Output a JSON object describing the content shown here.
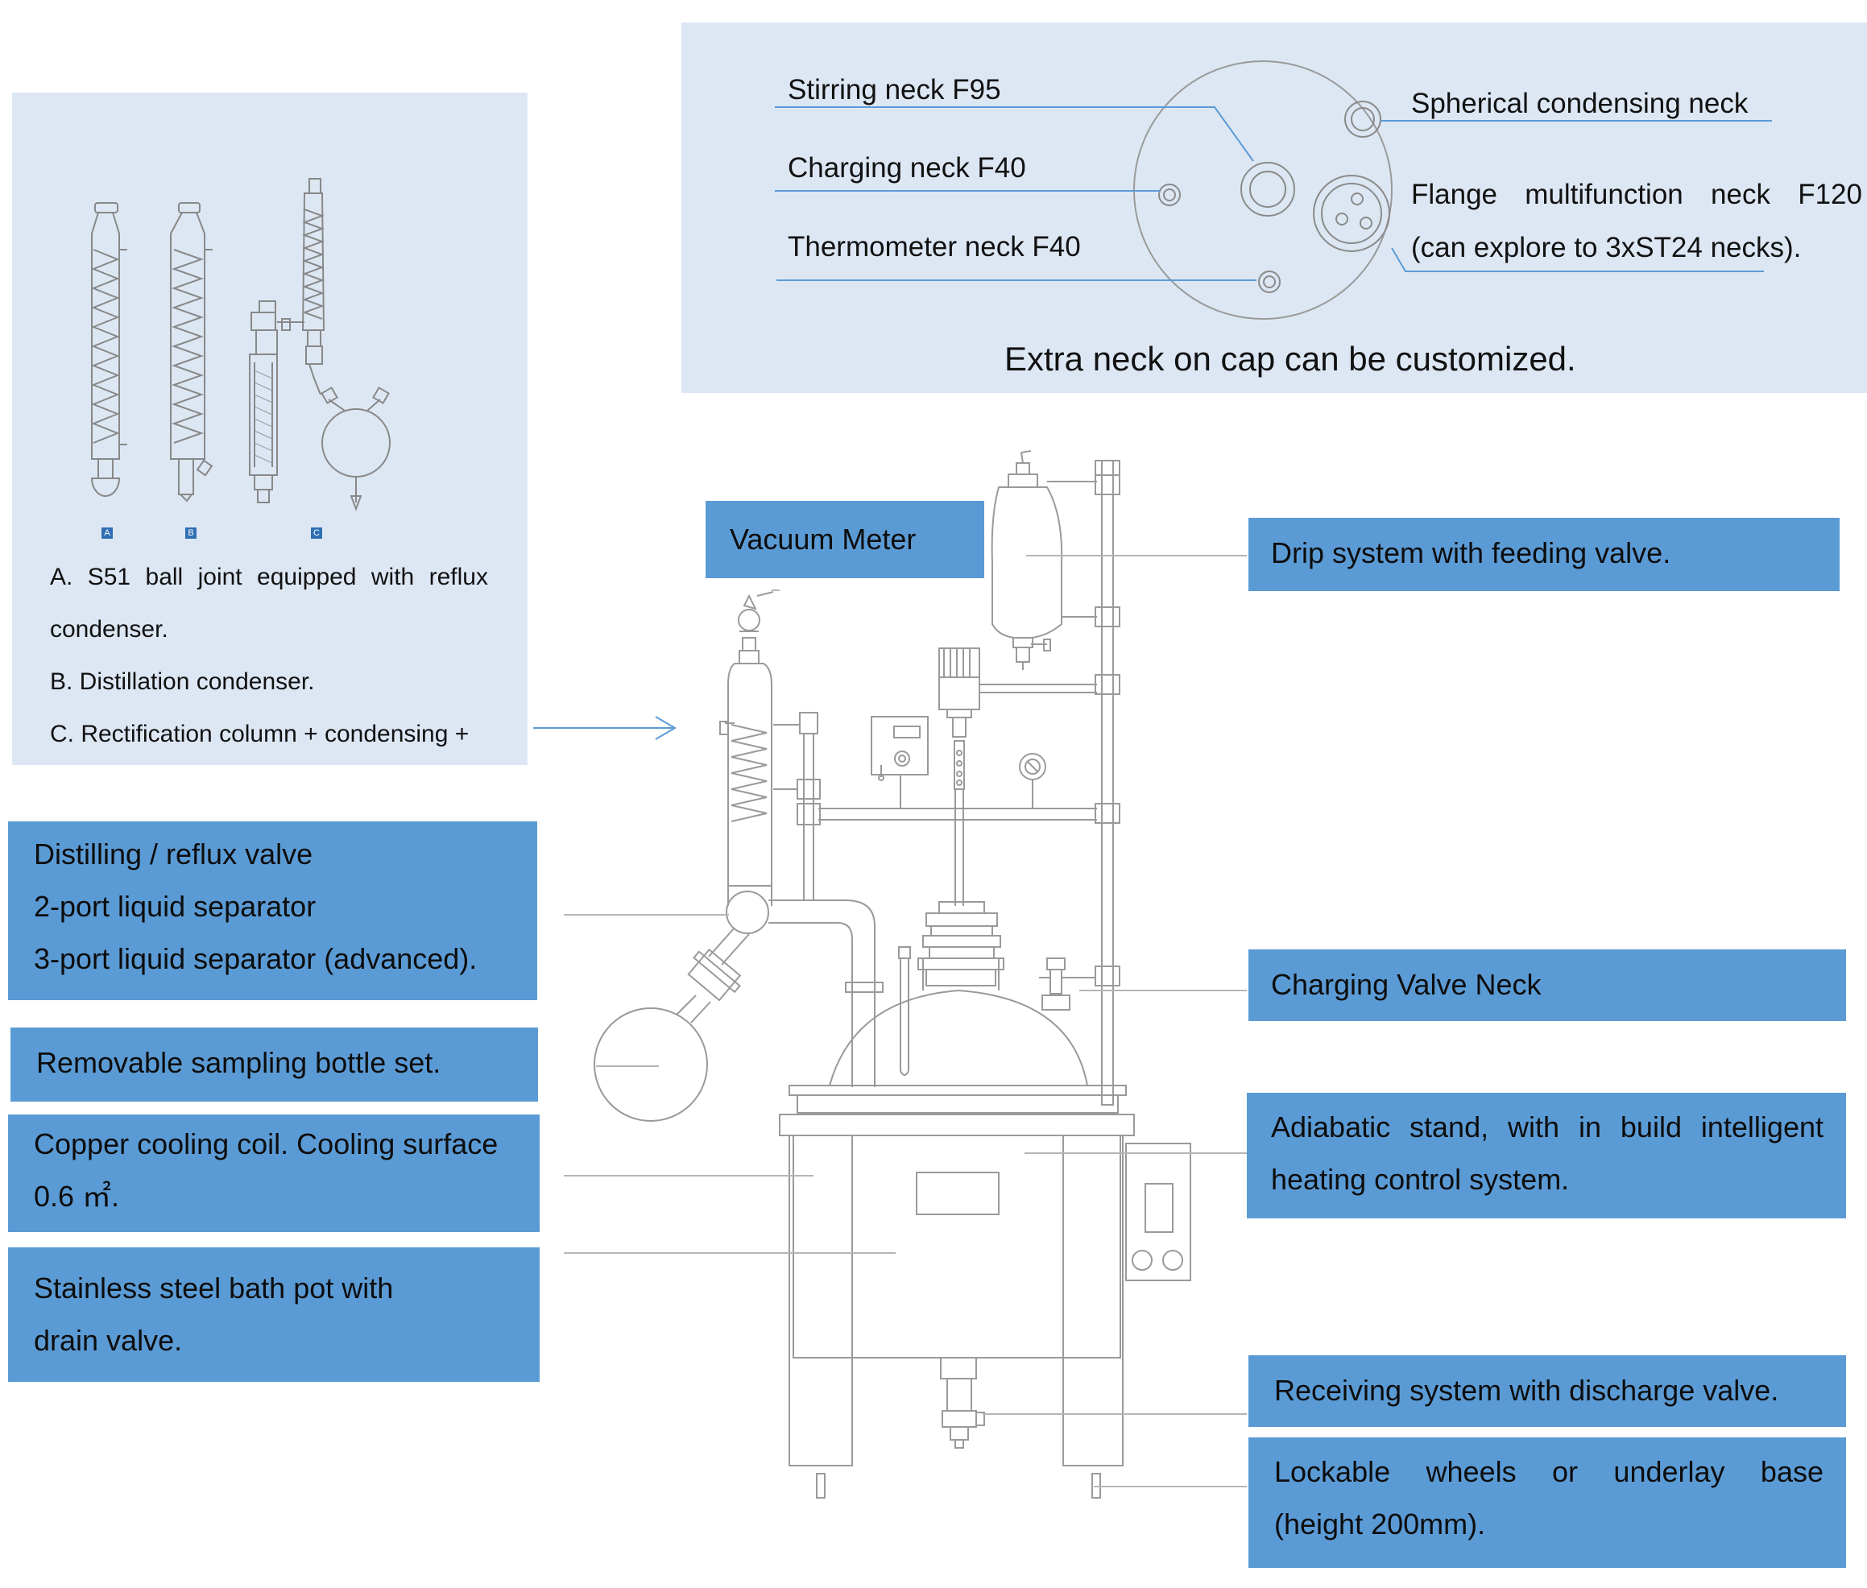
{
  "cap_panel": {
    "stirring": "Stirring neck F95",
    "charging": "Charging neck F40",
    "thermometer": "Thermometer neck F40",
    "spherical": "Spherical condensing neck",
    "flange_line1": "Flange multifunction neck F120",
    "flange_line2": "(can explore to 3xST24 necks).",
    "caption": "Extra neck on cap can be customized."
  },
  "condenser_panel": {
    "badges": [
      "A",
      "B",
      "C"
    ],
    "lines": [
      "A. S51 ball joint equipped with reflux",
      "condenser.",
      "B. Distillation condenser.",
      "C. Rectification column + condensing +"
    ]
  },
  "left_labels": {
    "valve": [
      "Distilling / reflux valve",
      "2-port liquid separator",
      "3-port liquid separator (advanced)."
    ],
    "sampling": "Removable sampling bottle set.",
    "coil": [
      "Copper cooling coil. Cooling surface",
      "0.6 ㎡."
    ],
    "bath": [
      "Stainless steel bath pot with",
      "drain valve."
    ]
  },
  "right_labels": {
    "vacuum": "Vacuum Meter",
    "drip": "Drip system with feeding valve.",
    "charging_valve": "Charging Valve Neck",
    "adiabatic": [
      "Adiabatic stand, with in build intelligent",
      "heating control system."
    ],
    "receiving": "Receiving system with discharge valve.",
    "wheels": [
      "Lockable wheels or underlay base",
      "(height 200mm)."
    ]
  },
  "colors": {
    "panel_bg": "#dde7f4",
    "label_bg": "#5b9bd5",
    "leader_line": "#5b9bd5",
    "drawing_line": "#8a8a8a"
  }
}
